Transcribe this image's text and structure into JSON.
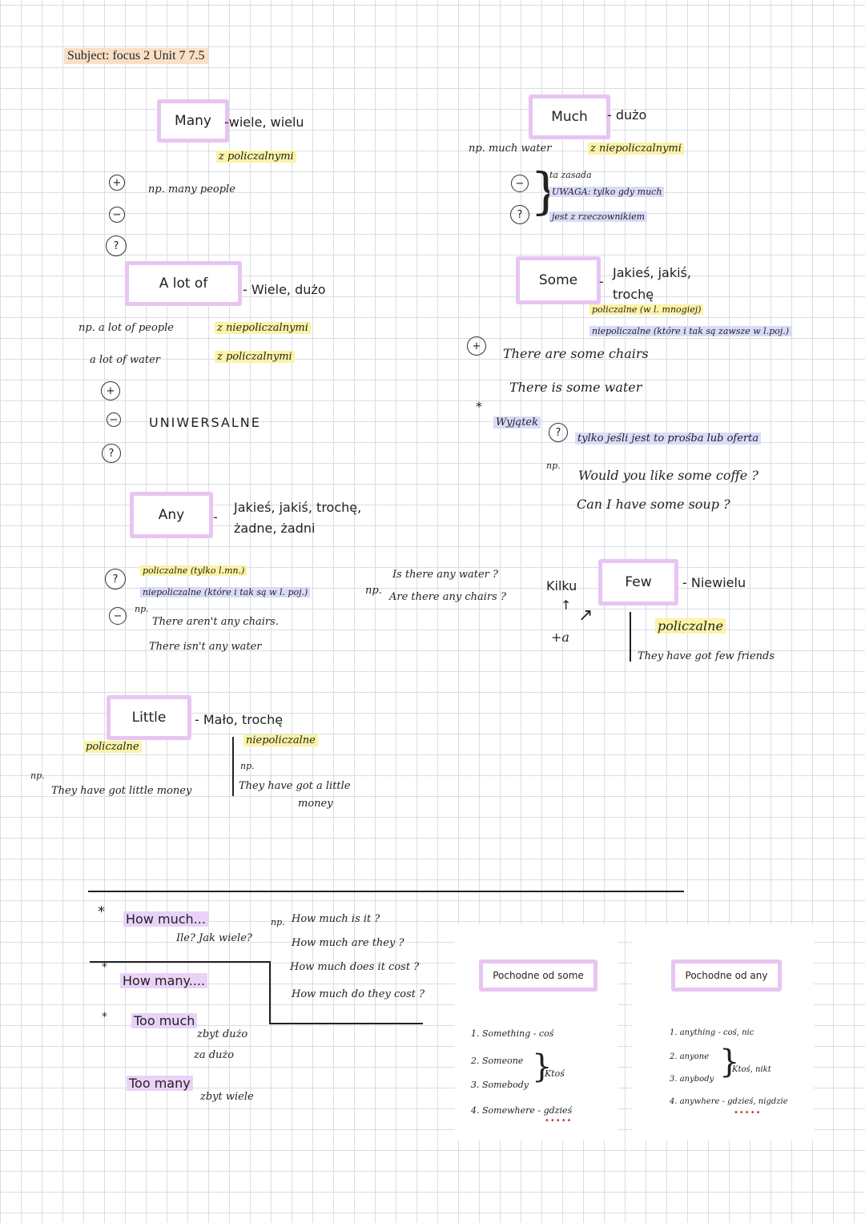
{
  "subject": "Subject: focus 2 Unit 7 7.5",
  "many": {
    "label": "Many",
    "meaning": "-wiele, wielu",
    "rule": "z policzalnymi",
    "example": "np. many people"
  },
  "much": {
    "label": "Much",
    "meaning": "- dużo",
    "rule": "z niepoliczalnymi",
    "example": "np. much water",
    "note1": "ta zasada",
    "note2": "UWAGA: tylko gdy much",
    "note3": "jest z rzeczownikiem"
  },
  "alot": {
    "label": "A lot of",
    "meaning": "- Wiele, dużo",
    "ex1": "np. a lot of people",
    "ex2": "a lot of water",
    "rule1": "z niepoliczalnymi",
    "rule2": "z policzalnymi",
    "universal": "UNIWERSALNE"
  },
  "some": {
    "label": "Some",
    "meaning1": "Jakieś, jakiś,",
    "meaning2": "trochę",
    "rule1": "policzalne (w l. mnogiej)",
    "rule2": "niepoliczalne (które i tak są zawsze w l.poj.)",
    "ex1": "There are some chairs",
    "ex2": "There is some water",
    "exception": "Wyjątek",
    "exception_note": "tylko jeśli jest to prośba lub oferta",
    "np": "np.",
    "ex3": "Would you like some coffe ?",
    "ex4": "Can I have some soup ?"
  },
  "any": {
    "label": "Any",
    "meaning1": "Jakieś, jakiś, trochę,",
    "meaning2": "żadne, żadni",
    "rule1": "policzalne (tylko l.mn.)",
    "rule2": "niepoliczalne (które i tak są w l. poj.)",
    "np": "np.",
    "q1": "Is there any water ?",
    "q2": "Are there any chairs ?",
    "neg1": "There aren't any chairs.",
    "neg2": "There isn't any water"
  },
  "few": {
    "label": "Few",
    "meaning": "- Niewielu",
    "kilku": "Kilku",
    "plus_a": "+a",
    "rule": "policzalne",
    "example": "They have got few friends"
  },
  "little": {
    "label": "Little",
    "meaning": "- Mało, trochę",
    "rule_left": "policzalne",
    "rule_right": "niepoliczalne",
    "np_left": "np.",
    "ex_left": "They have got little money",
    "np_right": "np.",
    "ex_right1": "They have got a little",
    "ex_right2": "money"
  },
  "how": {
    "how_much": "How much...",
    "ile": "Ile? Jak wiele?",
    "np": "np.",
    "ex1": "How much is it ?",
    "ex2": "How much are they ?",
    "ex3": "How much does it cost ?",
    "ex4": "How much do they cost ?",
    "how_many": "How many....",
    "too_much": "Too much",
    "tm1": "zbyt dużo",
    "tm2": "za dużo",
    "too_many": "Too many",
    "tmany": "zbyt wiele"
  },
  "deriv_some": {
    "title": "Pochodne od some",
    "items": [
      "1. Something - coś",
      "2. Someone",
      "3. Somebody",
      "4. Somewhere - gdzieś"
    ],
    "brace": "Ktoś"
  },
  "deriv_any": {
    "title": "Pochodne od any",
    "items": [
      "1. anything - coś, nic",
      "2. anyone",
      "3. anybody",
      "4. anywhere - gdzieś, nigdzie"
    ],
    "brace": "Ktoś, nikt"
  }
}
